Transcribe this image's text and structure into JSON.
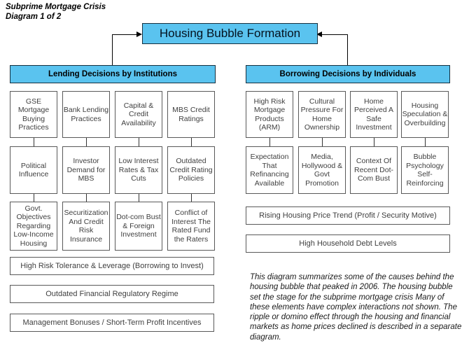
{
  "doc_title": {
    "line1": "Subprime Mortgage Crisis",
    "line2": "Diagram 1 of 2"
  },
  "main_box": {
    "label": "Housing Bubble Formation"
  },
  "left_section": {
    "header": "Lending Decisions by Institutions",
    "grid": [
      [
        "GSE Mortgage Buying Practices",
        "Bank Lending Practices",
        "Capital & Credit Availability",
        "MBS Credit Ratings"
      ],
      [
        "Political Influence",
        "Investor Demand for MBS",
        "Low Interest Rates & Tax Cuts",
        "Outdated Credit Rating Policies"
      ],
      [
        "Govt. Objectives Regarding Low-Income Housing",
        "Securitization And Credit Risk Insurance",
        "Dot-com Bust & Foreign Investment",
        "Conflict of Interest The Rated Fund the Raters"
      ]
    ],
    "wide_boxes": [
      "High Risk Tolerance & Leverage (Borrowing to Invest)",
      "Outdated Financial Regulatory Regime",
      "Management Bonuses / Short-Term Profit Incentives"
    ]
  },
  "right_section": {
    "header": "Borrowing Decisions by Individuals",
    "grid": [
      [
        "High Risk Mortgage Products (ARM)",
        "Cultural Pressure For Home Ownership",
        "Home Perceived A Safe Investment",
        "Housing Speculation & Overbuilding"
      ],
      [
        "Expectation That Refinancing Available",
        "Media, Hollywood & Govt Promotion",
        "Context Of Recent Dot-Com Bust",
        "Bubble Psychology Self-Reinforcing"
      ]
    ],
    "wide_boxes": [
      "Rising Housing Price Trend (Profit / Security Motive)",
      "High Household Debt Levels"
    ]
  },
  "note": "This diagram summarizes some of the causes behind the housing bubble that peaked in 2006.  The housing bubble set the stage for the subprime mortgage crisis Many of these elements have complex interactions not shown.  The ripple or domino effect through the housing and financial markets as home prices declined is described in a separate diagram.",
  "colors": {
    "highlight_fill": "#5ac3ef",
    "highlight_border": "#16303f",
    "cell_border": "#595959",
    "connector": "#000000"
  }
}
